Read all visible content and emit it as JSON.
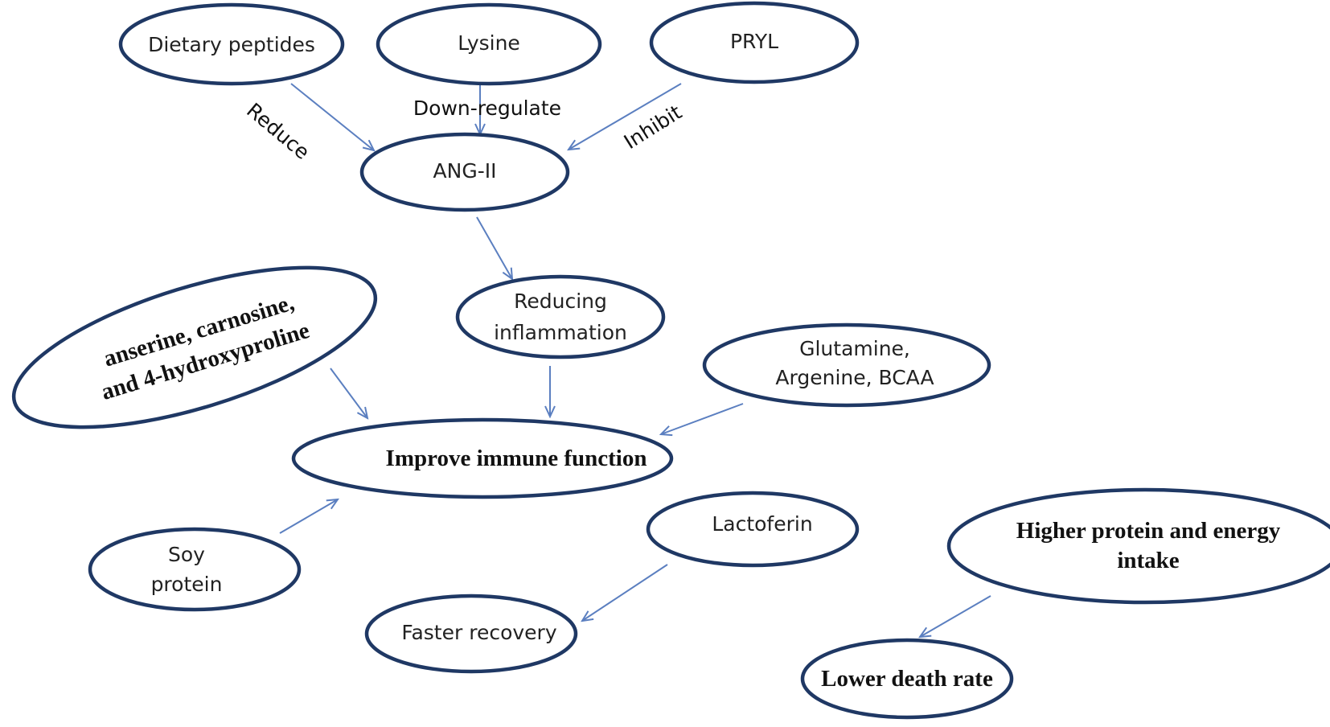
{
  "nodes": {
    "dietary_peptides": [
      "Dietary peptides"
    ],
    "lysine": [
      "Lysine"
    ],
    "pryl": [
      "PRYL"
    ],
    "ang_ii": [
      "ANG-II"
    ],
    "reducing_inflammation": [
      "Reducing",
      "inflammation"
    ],
    "anserine": [
      "anserine, carnosine,",
      "and 4-hydroxyproline"
    ],
    "glutamine": [
      "Glutamine,",
      "Argenine, BCAA"
    ],
    "improve_immune": [
      "Improve immune function"
    ],
    "soy_protein": [
      "Soy",
      "protein"
    ],
    "lactoferin": [
      "Lactoferin"
    ],
    "higher_protein": [
      "Higher protein and energy",
      "intake"
    ],
    "faster_recovery": [
      "Faster recovery"
    ],
    "lower_death": [
      "Lower death rate"
    ]
  },
  "edge_labels": {
    "reduce": "Reduce",
    "down_regulate": "Down-regulate",
    "inhibit": "Inhibit"
  }
}
